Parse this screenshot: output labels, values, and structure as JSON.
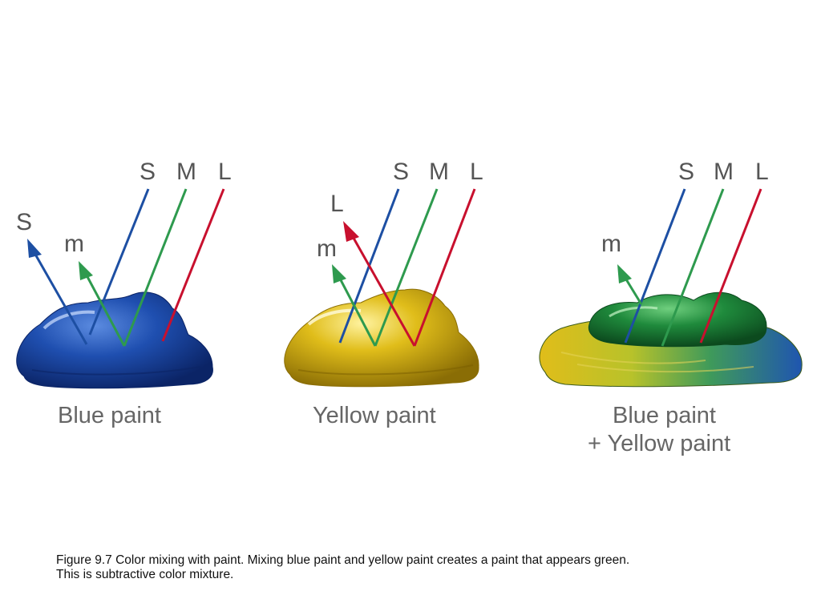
{
  "colors": {
    "s_ray": "#1d4fa3",
    "m_ray": "#2e9a4e",
    "l_ray": "#c8102e",
    "blue_paint": "#1f4fb0",
    "yellow_paint": "#d6b212",
    "green_paint": "#1f8a3c"
  },
  "ray_labels": {
    "s": "S",
    "m": "M",
    "l": "L"
  },
  "panels": [
    {
      "label": "Blue paint",
      "reflected": [
        "S",
        "m"
      ]
    },
    {
      "label": "Yellow paint",
      "reflected": [
        "L",
        "m"
      ]
    },
    {
      "label_line1": "Blue paint",
      "label_line2": "+ Yellow paint",
      "reflected": [
        "m"
      ]
    }
  ],
  "caption": {
    "line1": "Figure 9.7 Color mixing with paint. Mixing blue paint and yellow paint creates a paint that appears green.",
    "line2": "This is subtractive color mixture."
  }
}
